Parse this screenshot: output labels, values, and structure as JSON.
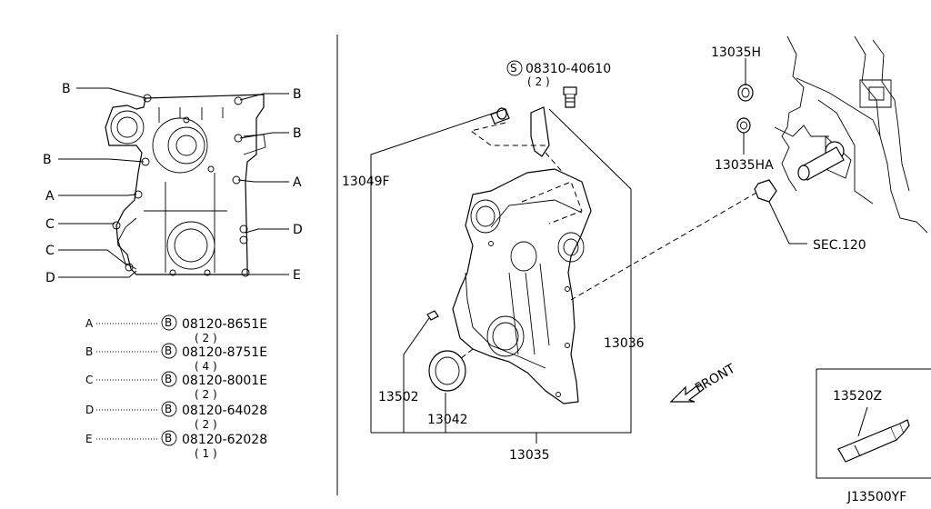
{
  "left_markers": [
    "B",
    "B",
    "B",
    "B",
    "A",
    "A",
    "C",
    "D",
    "C",
    "D",
    "E"
  ],
  "legend": [
    {
      "key": "A",
      "symbol": "B",
      "part": "08120-8651E",
      "qty": "( 2 )"
    },
    {
      "key": "B",
      "symbol": "B",
      "part": "08120-8751E",
      "qty": "( 4 )"
    },
    {
      "key": "C",
      "symbol": "B",
      "part": "08120-8001E",
      "qty": "( 2 )"
    },
    {
      "key": "D",
      "symbol": "B",
      "part": "08120-64028",
      "qty": "( 2 )"
    },
    {
      "key": "E",
      "symbol": "B",
      "part": "08120-62028",
      "qty": "( 1 )"
    }
  ],
  "screw": {
    "symbol": "S",
    "part": "08310-40610",
    "qty": "( 2 )"
  },
  "labels": {
    "p13049f": "13049F",
    "p13036": "13036",
    "p13502": "13502",
    "p13042": "13042",
    "p13035": "13035",
    "p13035h": "13035H",
    "p13035ha": "13035HA",
    "sec120": "SEC.120",
    "front": "FRONT",
    "p13520z": "13520Z",
    "ref": "J13500YF"
  }
}
